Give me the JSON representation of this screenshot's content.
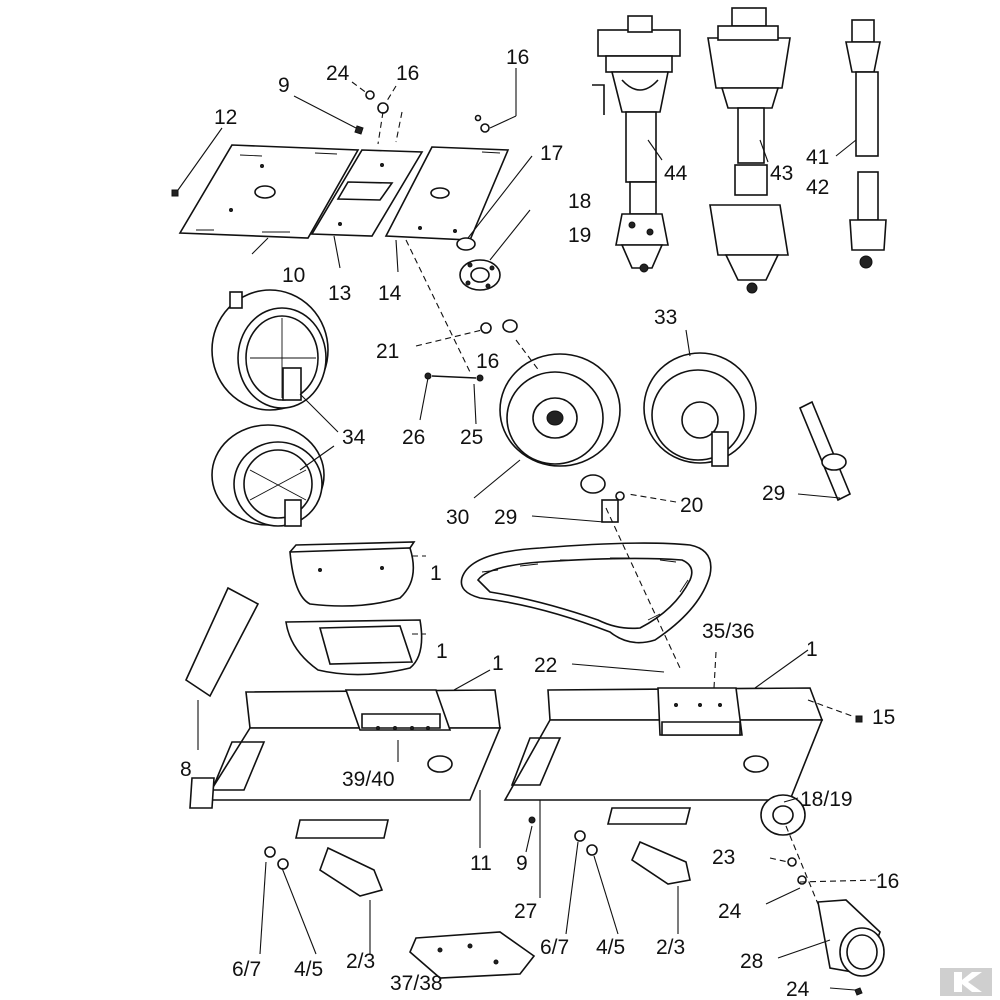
{
  "labels": [
    {
      "id": "l12",
      "text": "12"
    },
    {
      "id": "l9a",
      "text": "9"
    },
    {
      "id": "l24a",
      "text": "24"
    },
    {
      "id": "l16a",
      "text": "16"
    },
    {
      "id": "l16b",
      "text": "16"
    },
    {
      "id": "l17",
      "text": "17"
    },
    {
      "id": "l18",
      "text": "18"
    },
    {
      "id": "l19",
      "text": "19"
    },
    {
      "id": "l10",
      "text": "10"
    },
    {
      "id": "l13",
      "text": "13"
    },
    {
      "id": "l14",
      "text": "14"
    },
    {
      "id": "l44",
      "text": "44"
    },
    {
      "id": "l43",
      "text": "43"
    },
    {
      "id": "l41",
      "text": "41"
    },
    {
      "id": "l42",
      "text": "42"
    },
    {
      "id": "l33",
      "text": "33"
    },
    {
      "id": "l21",
      "text": "21"
    },
    {
      "id": "l16c",
      "text": "16"
    },
    {
      "id": "l26",
      "text": "26"
    },
    {
      "id": "l25",
      "text": "25"
    },
    {
      "id": "l34",
      "text": "34"
    },
    {
      "id": "l20",
      "text": "20"
    },
    {
      "id": "l29a",
      "text": "29"
    },
    {
      "id": "l30",
      "text": "30"
    },
    {
      "id": "l29b",
      "text": "29"
    },
    {
      "id": "l1a",
      "text": "1"
    },
    {
      "id": "l1b",
      "text": "1"
    },
    {
      "id": "l1c",
      "text": "1"
    },
    {
      "id": "l22",
      "text": "22"
    },
    {
      "id": "l3536",
      "text": "35/36"
    },
    {
      "id": "l1d",
      "text": "1"
    },
    {
      "id": "l15",
      "text": "15"
    },
    {
      "id": "l8",
      "text": "8"
    },
    {
      "id": "l3940",
      "text": "39/40"
    },
    {
      "id": "l1819",
      "text": "18/19"
    },
    {
      "id": "l11",
      "text": "11"
    },
    {
      "id": "l9b",
      "text": "9"
    },
    {
      "id": "l23",
      "text": "23"
    },
    {
      "id": "l16d",
      "text": "16"
    },
    {
      "id": "l27",
      "text": "27"
    },
    {
      "id": "l24b",
      "text": "24"
    },
    {
      "id": "l67a",
      "text": "6/7"
    },
    {
      "id": "l45a",
      "text": "4/5"
    },
    {
      "id": "l23a",
      "text": "2/3"
    },
    {
      "id": "l67b",
      "text": "6/7"
    },
    {
      "id": "l45b",
      "text": "4/5"
    },
    {
      "id": "l23b",
      "text": "2/3"
    },
    {
      "id": "l28",
      "text": "28"
    },
    {
      "id": "l3738",
      "text": "37/38"
    },
    {
      "id": "l24c",
      "text": "24"
    }
  ],
  "logo": {
    "name": "brand-logo-icon",
    "color": "#cfcfcf"
  }
}
